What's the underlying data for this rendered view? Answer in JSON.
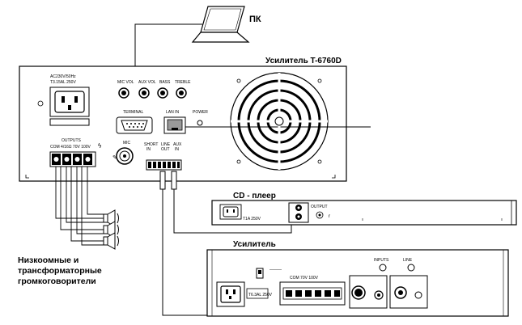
{
  "labels": {
    "pc": "ПК",
    "amp_main": "Усилитель T-6760D",
    "cd_player": "CD - плеер",
    "amp2": "Усилитель",
    "speakers_line1": "Низкоомные и",
    "speakers_line2": "трансформаторные",
    "speakers_line3": "громкоговорители"
  },
  "amp_main_panel": {
    "power_rating_1": "AC230V/50Hz",
    "power_rating_2": "T3.15AL  250V",
    "knob_mic_vol": "MIC VOL",
    "knob_aux_vol": "AUX VOL",
    "knob_bass": "BASS",
    "knob_treble": "TREBLE",
    "terminal": "TERMINAL",
    "lan_in": "LAN IN",
    "power": "POWER",
    "outputs": "OUTPUTS",
    "out_terminals": "COM  4/16Ω  70V   100V",
    "mic": "MIC",
    "short_in_1": "SHORT",
    "short_in_2": "IN",
    "line_out_1": "LINE",
    "line_out_2": "OUT",
    "aux_in_1": "AUX",
    "aux_in_2": "IN"
  },
  "cd_panel": {
    "power_info": "T1A 250V",
    "out_label": "OUTPUT"
  },
  "amp2_panel": {
    "inputs": "INPUTS",
    "line": "LINE",
    "rating": "T6.3AL 250V",
    "outputs": "COM 70V  100V"
  }
}
